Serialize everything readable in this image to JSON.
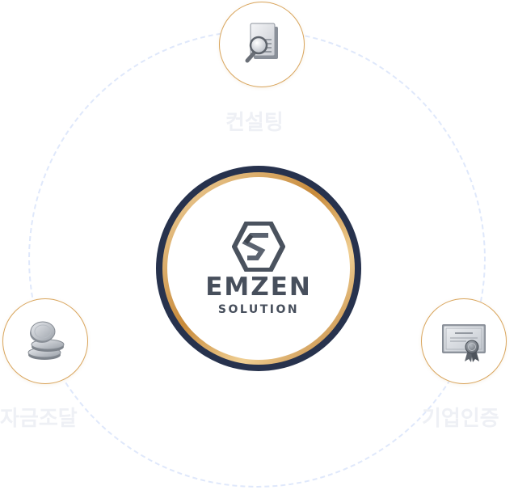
{
  "nodes": {
    "consulting": {
      "label": "컨설팅",
      "icon": "document-magnifier-icon"
    },
    "funding": {
      "label": "자금조달",
      "icon": "coins-icon"
    },
    "certification": {
      "label": "기업인증",
      "icon": "certificate-icon"
    }
  },
  "center": {
    "brand_name": "EMZEN",
    "brand_sub": "SOLUTION",
    "logo_icon": "emzen-s-hexagon-logo"
  },
  "colors": {
    "ring_dash": "#dfe8fb",
    "node_border": "#d9a55c",
    "center_outer": "#27324d",
    "center_gold": "#c88a3a",
    "brand_text": "#474f5c",
    "label_text": "#eef0f5"
  }
}
